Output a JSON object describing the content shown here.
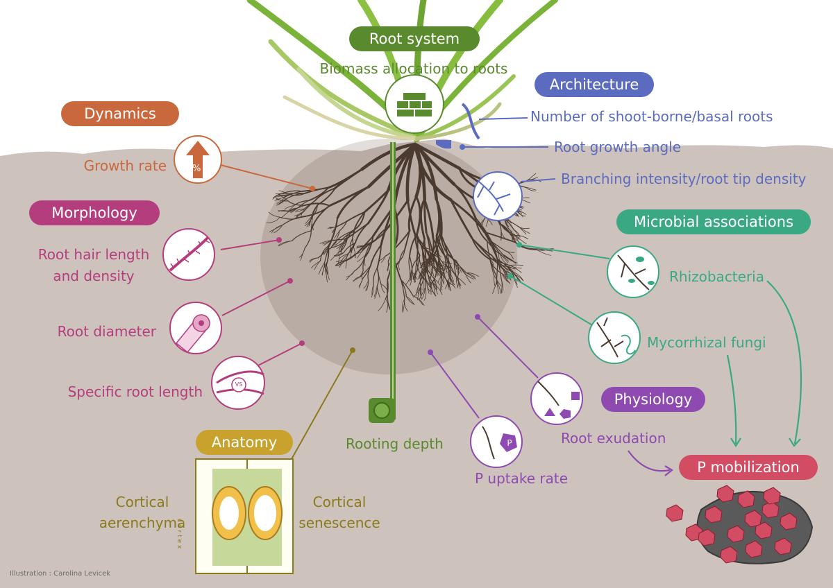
{
  "colors": {
    "soil": "#cdc3bc",
    "root": "#4a3a2f",
    "green": "#5a8a2e",
    "blue": "#5b6cc0",
    "orange": "#c8683c",
    "pink": "#b43d7e",
    "teal": "#3aa882",
    "purple": "#8e4ab0",
    "olive": "#8a7a1c",
    "red": "#d24d64"
  },
  "titles": {
    "root_system": "Root system",
    "architecture": "Architecture",
    "dynamics": "Dynamics",
    "morphology": "Morphology",
    "microbial": "Microbial associations",
    "physiology": "Physiology",
    "anatomy": "Anatomy",
    "p_mobilization": "P mobilization"
  },
  "labels": {
    "biomass": "Biomass allocation to roots",
    "shoot_borne": "Number of shoot-borne/basal roots",
    "growth_angle": "Root growth angle",
    "branching": "Branching intensity/root tip density",
    "growth_rate": "Growth rate",
    "root_hair_1": "Root hair length",
    "root_hair_2": "and density",
    "root_diameter": "Root diameter",
    "srl": "Specific root length",
    "rhizobacteria": "Rhizobacteria",
    "mycorrhizal": "Mycorrhizal fungi",
    "root_exudation": "Root exudation",
    "p_uptake": "P uptake rate",
    "rooting_depth": "Rooting depth",
    "cortical_aer_1": "Cortical",
    "cortical_aer_2": "aerenchyma",
    "cortical_sen_1": "Cortical",
    "cortical_sen_2": "senescence",
    "cortex": "cortex",
    "vs": "VS",
    "percent": "%",
    "p": "P"
  },
  "credit": "Illustration : Carolina Levicek"
}
